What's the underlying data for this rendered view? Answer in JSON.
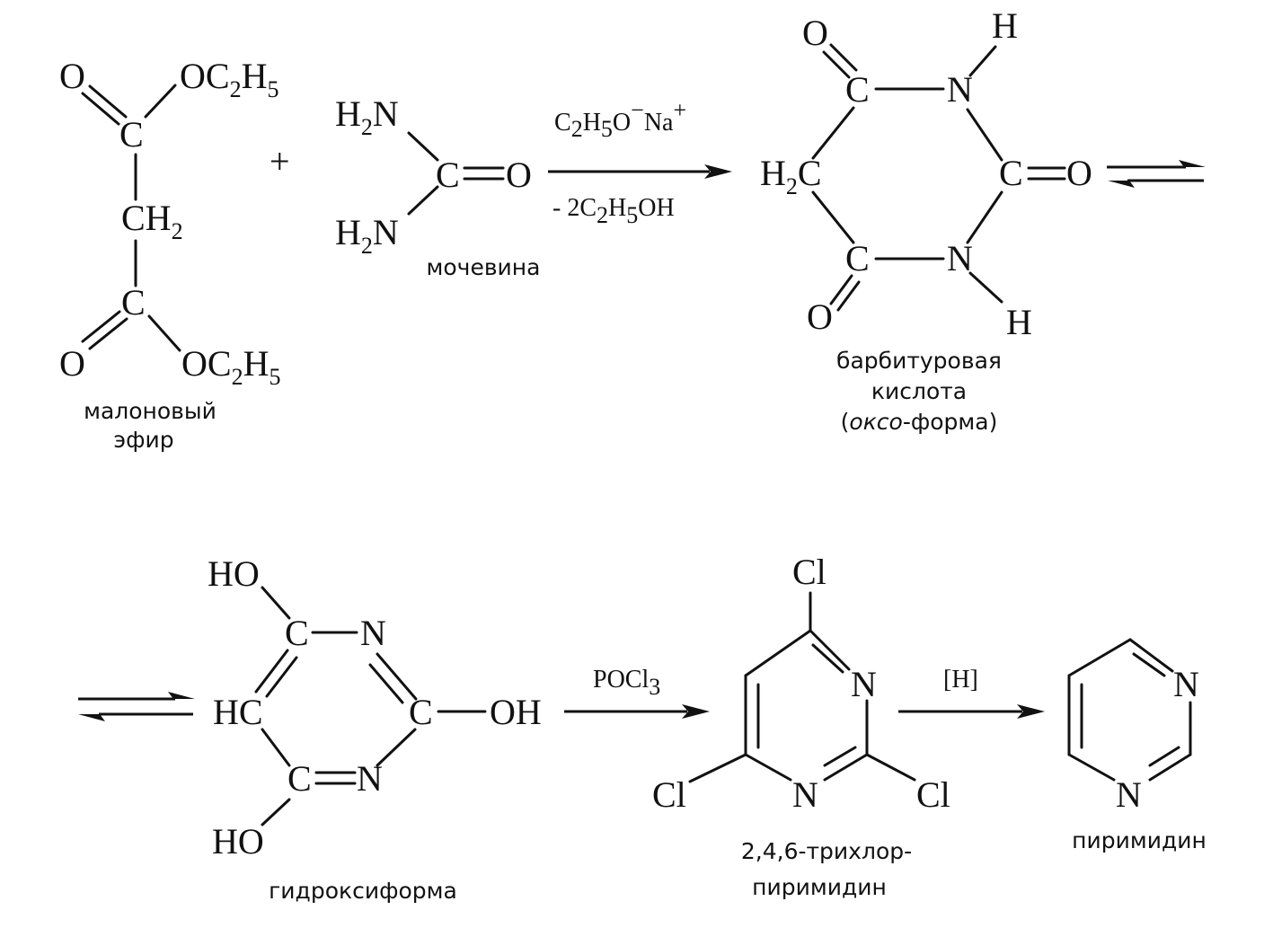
{
  "reagents": {
    "plus": "+",
    "malonic_ester": {
      "atoms": [
        "O",
        "OC",
        "2",
        "H",
        "5",
        "C",
        "CH",
        "2",
        "C",
        "O",
        "OC",
        "2",
        "H",
        "5"
      ],
      "caption": [
        "малоновый",
        "эфир"
      ]
    },
    "urea": {
      "atoms": [
        "H",
        "2",
        "N",
        "C",
        "O",
        "H",
        "2",
        "N"
      ],
      "caption": "мочевина"
    }
  },
  "step1": {
    "reagent": [
      "C",
      "2",
      "H",
      "5",
      "O",
      "−",
      "Na",
      "+"
    ],
    "byproduct": [
      "- 2C",
      "2",
      "H",
      "5",
      "OH"
    ]
  },
  "barbituric_acid": {
    "atoms": [
      "O",
      "H",
      "C",
      "N",
      "H",
      "2",
      "C",
      "C",
      "O",
      "C",
      "N",
      "O",
      "H"
    ],
    "caption": [
      "барбитуровая",
      "кислота"
    ],
    "caption_form": [
      "(",
      "оксо",
      "-форма)"
    ]
  },
  "hydroxy_form": {
    "atoms": [
      "HO",
      "C",
      "N",
      "HC",
      "C",
      "OH",
      "C",
      "N",
      "HO"
    ],
    "caption": "гидроксиформа"
  },
  "step2": {
    "reagent": [
      "POCl",
      "3"
    ]
  },
  "trichloropyrimidine": {
    "atoms": [
      "Cl",
      "N",
      "Cl",
      "N",
      "Cl"
    ],
    "caption": [
      "2,4,6-трихлор-",
      "пиримидин"
    ]
  },
  "step3": {
    "reagent": "[H]"
  },
  "pyrimidine": {
    "atoms": [
      "N",
      "N"
    ],
    "caption": "пиримидин"
  }
}
